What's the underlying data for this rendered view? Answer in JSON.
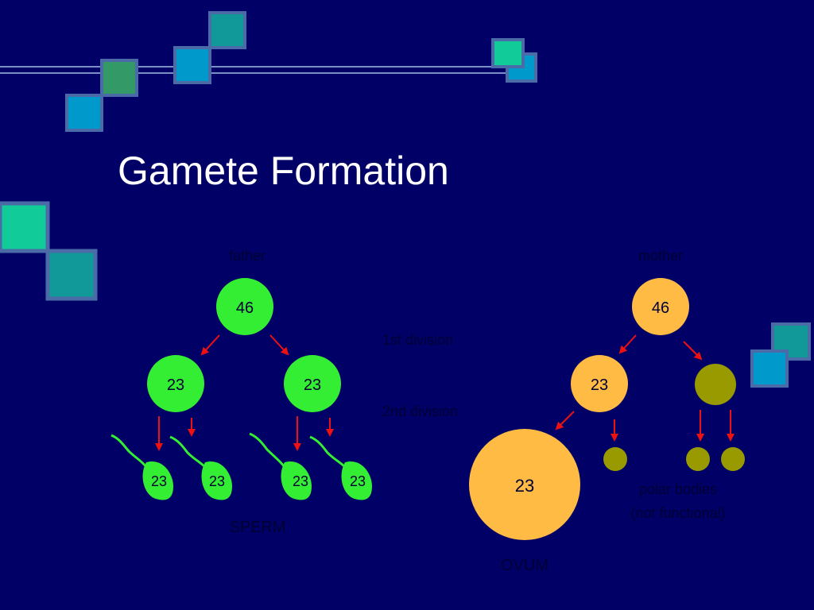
{
  "slide": {
    "title": "Gamete Formation"
  },
  "diagram": {
    "labels": {
      "father": "father",
      "mother": "mother",
      "first_division": "1st division",
      "second_division": "2nd division",
      "sperm": "SPERM",
      "ovum": "OVUM",
      "polar_bodies_line1": "polar bodies",
      "polar_bodies_line2": "(not functional)"
    },
    "father_tree": {
      "parent_cell": "46",
      "daughter_cells": [
        "23",
        "23"
      ],
      "sperm_cells": [
        "23",
        "23",
        "23",
        "23"
      ]
    },
    "mother_tree": {
      "parent_cell": "46",
      "daughter_cell": "23",
      "ovum_cell": "23"
    },
    "colors": {
      "background": "#000066",
      "male_cell": "#33ee33",
      "female_cell": "#ffbb44",
      "polar_body": "#999900",
      "arrow": "#ee1111",
      "label_text": "#000033",
      "title_text": "#ffffff",
      "decor_line": "#7a8fc8",
      "decor_teal": "#119999",
      "decor_blue": "#0099cc",
      "decor_green": "#339966",
      "decor_mint": "#11cc99",
      "decor_border": "#4a6aa8"
    }
  }
}
